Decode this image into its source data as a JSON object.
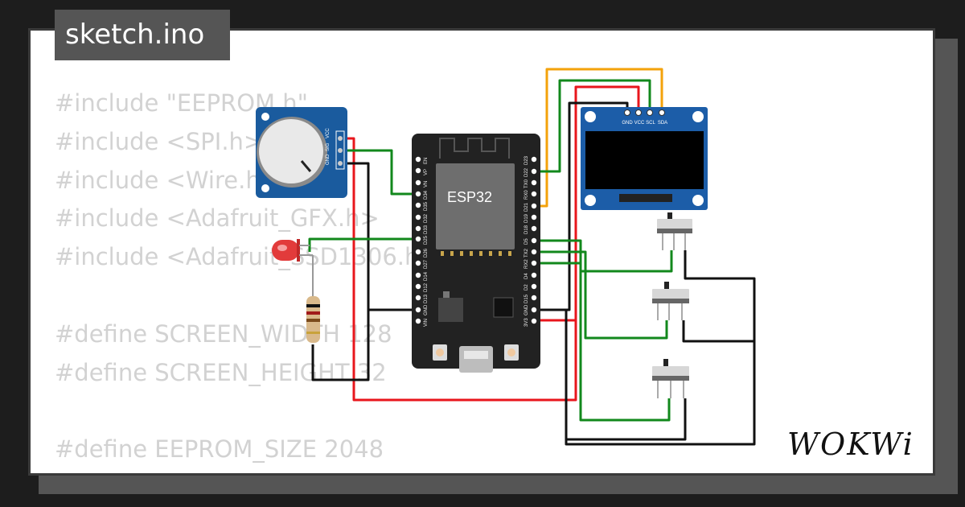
{
  "tab": {
    "title": "sketch.ino"
  },
  "code_lines": [
    "#include \"EEPROM.h\"",
    "#include <SPI.h>",
    "#include <Wire.h>",
    "#include <Adafruit_GFX.h>",
    "#include <Adafruit_SSD1306.h>",
    "",
    "#define SCREEN_WIDTH 128",
    "#define SCREEN_HEIGHT 32",
    "",
    "#define EEPROM_SIZE 2048"
  ],
  "esp32": {
    "label": "ESP32",
    "pins_left": [
      "EN",
      "VP",
      "VN",
      "D34",
      "D35",
      "D32",
      "D33",
      "D25",
      "D26",
      "D27",
      "D14",
      "D12",
      "D13",
      "GND",
      "VIN"
    ],
    "pins_right": [
      "D23",
      "D22",
      "TX0",
      "RX0",
      "D21",
      "D19",
      "D18",
      "D5",
      "TX2",
      "RX2",
      "D4",
      "D2",
      "D15",
      "GND",
      "3V3"
    ]
  },
  "pot": {
    "pins": [
      "VCC",
      "SIG",
      "GND"
    ]
  },
  "oled": {
    "pins": [
      "GND",
      "VCC",
      "SCL",
      "SDA"
    ]
  },
  "logo": {
    "text": "WOKWi"
  },
  "colors": {
    "red": "#e8161c",
    "green": "#12881c",
    "orange": "#f3a20b",
    "black": "#111111"
  }
}
